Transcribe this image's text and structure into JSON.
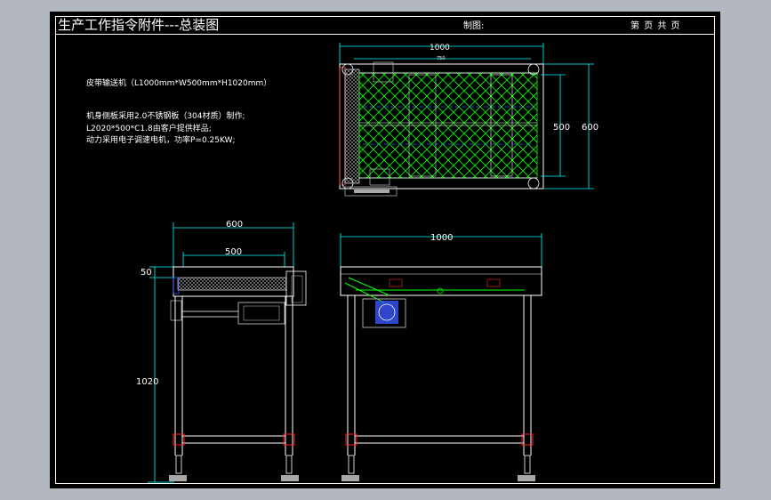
{
  "header": {
    "title": "生产工作指令附件---总装图",
    "drawn_by_label": "制图:",
    "page_label": "第  页  共  页"
  },
  "notes": {
    "product": "皮带输送机（L1000mm*W500mm*H1020mm）",
    "material": "机身侧板采用2.0不锈钢板（304材质）制作;",
    "profile": "L2020*500*C1.8由客户提供样品;",
    "power": "动力采用电子调速电机，功率P=0.25KW;"
  },
  "dimensions": {
    "top_length": "1000",
    "top_inner": "750",
    "top_width_inner": "500",
    "top_width_outer": "600",
    "side_width": "600",
    "side_inner": "500",
    "side_offset": "50",
    "side_height": "1020",
    "front_length": "1000"
  },
  "colors": {
    "background": "#000000",
    "lines": "#ffffff",
    "dimension": "#00ffff",
    "belt": "#00ff00",
    "motor": "#3a56ff",
    "frame": "#a8a8a8",
    "joint": "#ff2020"
  }
}
